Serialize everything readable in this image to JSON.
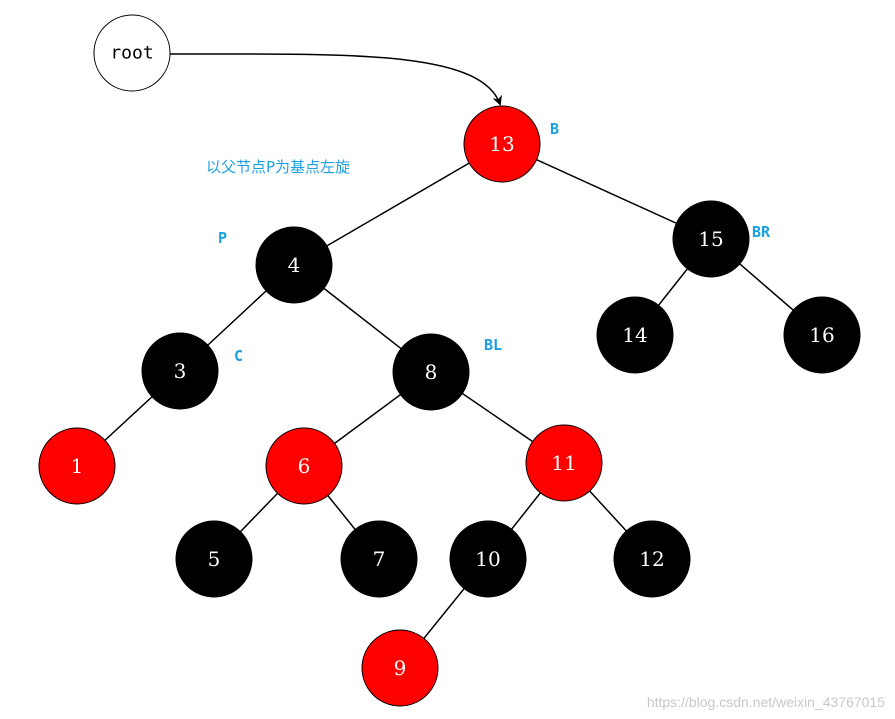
{
  "colors": {
    "red_node": "#ff0000",
    "black_node": "#000000",
    "node_text": "#ffffff",
    "edge": "#000000",
    "annotation": "#1ba1e2",
    "root_fill": "#ffffff",
    "watermark": "#c8c8c8"
  },
  "root_pointer": {
    "label": "root",
    "points_to": "13"
  },
  "caption": "以父节点P为基点左旋",
  "watermark": "https://blog.csdn.net/weixin_43767015",
  "nodes": [
    {
      "id": "13",
      "label": "13",
      "color": "red"
    },
    {
      "id": "4",
      "label": "4",
      "color": "black"
    },
    {
      "id": "15",
      "label": "15",
      "color": "black"
    },
    {
      "id": "3",
      "label": "3",
      "color": "black"
    },
    {
      "id": "8",
      "label": "8",
      "color": "black"
    },
    {
      "id": "14",
      "label": "14",
      "color": "black"
    },
    {
      "id": "16",
      "label": "16",
      "color": "black"
    },
    {
      "id": "1",
      "label": "1",
      "color": "red"
    },
    {
      "id": "6",
      "label": "6",
      "color": "red"
    },
    {
      "id": "11",
      "label": "11",
      "color": "red"
    },
    {
      "id": "5",
      "label": "5",
      "color": "black"
    },
    {
      "id": "7",
      "label": "7",
      "color": "black"
    },
    {
      "id": "10",
      "label": "10",
      "color": "black"
    },
    {
      "id": "12",
      "label": "12",
      "color": "black"
    },
    {
      "id": "9",
      "label": "9",
      "color": "red"
    }
  ],
  "edges": [
    [
      "13",
      "4"
    ],
    [
      "13",
      "15"
    ],
    [
      "4",
      "3"
    ],
    [
      "4",
      "8"
    ],
    [
      "15",
      "14"
    ],
    [
      "15",
      "16"
    ],
    [
      "3",
      "1"
    ],
    [
      "8",
      "6"
    ],
    [
      "8",
      "11"
    ],
    [
      "6",
      "5"
    ],
    [
      "6",
      "7"
    ],
    [
      "11",
      "10"
    ],
    [
      "11",
      "12"
    ],
    [
      "10",
      "9"
    ]
  ],
  "annotations": [
    {
      "label": "B",
      "node": "13"
    },
    {
      "label": "P",
      "node": "4"
    },
    {
      "label": "BR",
      "node": "15"
    },
    {
      "label": "C",
      "node": "3"
    },
    {
      "label": "BL",
      "node": "8"
    }
  ]
}
